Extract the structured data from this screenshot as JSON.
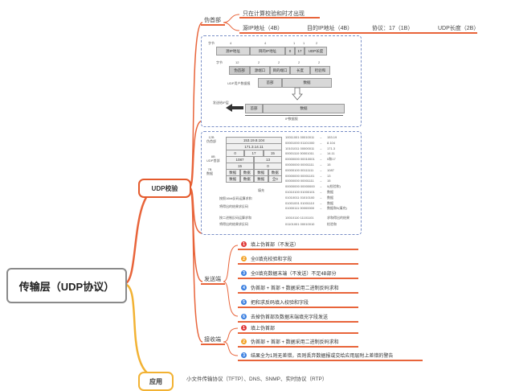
{
  "root": {
    "label": "传输层（UDP协议）"
  },
  "udp_check": {
    "label": "UDP校验"
  },
  "application": {
    "label": "应用"
  },
  "pseudo_header": {
    "label": "伪首部",
    "note": "只在计算校验和时才出现",
    "fields": [
      "源IP地址（4B）",
      "目的IP地址（4B）",
      "协议：17（1B）",
      "UDP长度（2B）"
    ]
  },
  "sender": {
    "label": "发送端",
    "steps": [
      {
        "badge": "1",
        "text": "填上伪首部（不发送）"
      },
      {
        "badge": "2",
        "text": "全0填充校验和字段"
      },
      {
        "badge": "3",
        "text": "全0填充数据末端（不发送）不足4B部分"
      },
      {
        "badge": "4",
        "text": "伪首部 + 首部 + 数据采用二进制反码求和"
      },
      {
        "badge": "5",
        "text": "把和求反码填入校验和字段"
      },
      {
        "badge": "6",
        "text": "去掉伪首部及数据末端填充字段发送"
      }
    ]
  },
  "receiver": {
    "label": "接收端",
    "steps": [
      {
        "badge": "1",
        "text": "填上伪首部"
      },
      {
        "badge": "2",
        "text": "伪首部 + 首部 + 数据采用二进制反码求和"
      },
      {
        "badge": "3",
        "text": "结果全为1则无差错，否则丢弃数据报或交给应用层附上差错的警告"
      }
    ]
  },
  "app_protocols": "小文件传输协议（TFTP）、DNS、SNMP、实时协议（RTP）",
  "figure1": {
    "byte_label_1": "字节",
    "bytes_top": [
      "4",
      "4",
      "1",
      "1",
      "2"
    ],
    "pseudo_cells": [
      "源IP地址",
      "目的IP地址",
      "0",
      "17",
      "UDP长度"
    ],
    "byte_label_2": "字节",
    "bytes_mid": [
      "12",
      "2",
      "2",
      "2",
      "2"
    ],
    "udp_cells": [
      "伪首部",
      "源端口",
      "目的端口",
      "长度",
      "检验和"
    ],
    "udp_dg_label": "UDP用户数据报",
    "udp_dg_cells": [
      "首部",
      "数据"
    ],
    "ip_side_label": "发送给IP层",
    "ip_cells": [
      "首部",
      "数据"
    ],
    "ip_caption": "IP数据报"
  },
  "figure2": {
    "left_rows": [
      {
        "side": "12B\n伪首部",
        "cells": [
          "153.19.8.104"
        ]
      },
      {
        "side": "",
        "cells": [
          "171.3.14.11"
        ]
      },
      {
        "side": "",
        "cells": [
          "0",
          "17",
          "15"
        ]
      },
      {
        "side": "8B\nUDP首部",
        "cells": [
          "1087",
          "13"
        ]
      },
      {
        "side": "",
        "cells": [
          "15",
          "0"
        ]
      },
      {
        "side": "7B\n数据",
        "cells": [
          "数据",
          "数据",
          "数据",
          "数据"
        ]
      },
      {
        "side": "",
        "cells": [
          "数据",
          "数据",
          "数据",
          "全0"
        ]
      }
    ],
    "right_rows": [
      [
        "10011001 00010011",
        "153.19"
      ],
      [
        "00001000 01101000",
        "8.104"
      ],
      [
        "10101011 00000011",
        "171.3"
      ],
      [
        "00001110 00001011",
        "14.11"
      ],
      [
        "00000000 00010001",
        "0和17"
      ],
      [
        "00000000 00001111",
        "15"
      ],
      [
        "00000100 00111111",
        "1087"
      ],
      [
        "00000000 00001101",
        "13"
      ],
      [
        "00000000 00001111",
        "15"
      ],
      [
        "00000000 00000000",
        "0(检验和)"
      ],
      [
        "01010100 01000101",
        "数据"
      ],
      [
        "01010011 01010100",
        "数据"
      ],
      [
        "01001001 01001110",
        "数据"
      ],
      [
        "01000111 00000000",
        "数据和0(填充)"
      ]
    ],
    "notes": [
      "填充",
      "按照16bit反码运算求和",
      "将得出的结果求反码",
      "按二进制反码运算求和",
      "将得出的结果求反码"
    ],
    "sum_row": [
      "10010110 11101101",
      "求和得出的结果"
    ],
    "check_row": [
      "01101001 00010010",
      "检验和"
    ]
  }
}
